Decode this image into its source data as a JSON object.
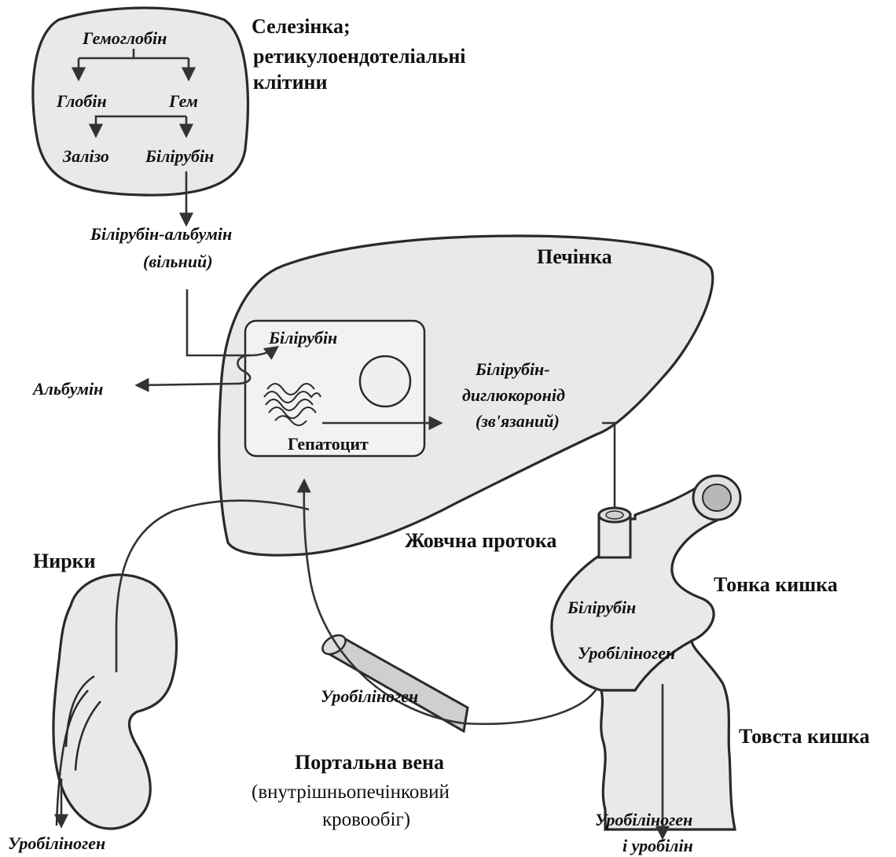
{
  "spleen": {
    "title_line1": "Селезінка;",
    "title_line2": "ретикулоендотеліальні",
    "title_line3": "клітини",
    "hemoglobin": "Гемоглобін",
    "globin": "Глобін",
    "heme": "Гем",
    "iron": "Залізо",
    "bilirubin": "Білірубін"
  },
  "blood": {
    "bilirubin_albumin": "Білірубін-альбумін",
    "free": "(вільний)",
    "albumin": "Альбумін"
  },
  "liver": {
    "title": "Печінка",
    "bilirubin": "Білірубін",
    "hepatocyte": "Гепатоцит",
    "conj_line1": "Білірубін-",
    "conj_line2": "диглюкоронід",
    "conj_line3": "(зв'язаний)"
  },
  "bile_duct": {
    "title": "Жовчна протока"
  },
  "kidneys": {
    "title": "Нирки",
    "urobilinogen": "Уробіліноген"
  },
  "small_intestine": {
    "title": "Тонка кишка",
    "bilirubin": "Білірубін",
    "urobilinogen": "Уробіліноген"
  },
  "large_intestine": {
    "title": "Товста кишка",
    "output_line1": "Уробіліноген",
    "output_line2": "і уробілін"
  },
  "portal_vein": {
    "urobilinogen": "Уробіліноген",
    "title": "Портальна вена",
    "sub_line1": "(внутрішньопечінковий",
    "sub_line2": "кровообіг)"
  },
  "colors": {
    "organ_fill": "#e9e9e9",
    "outline": "#2a2a2a",
    "arrow": "#333333"
  }
}
